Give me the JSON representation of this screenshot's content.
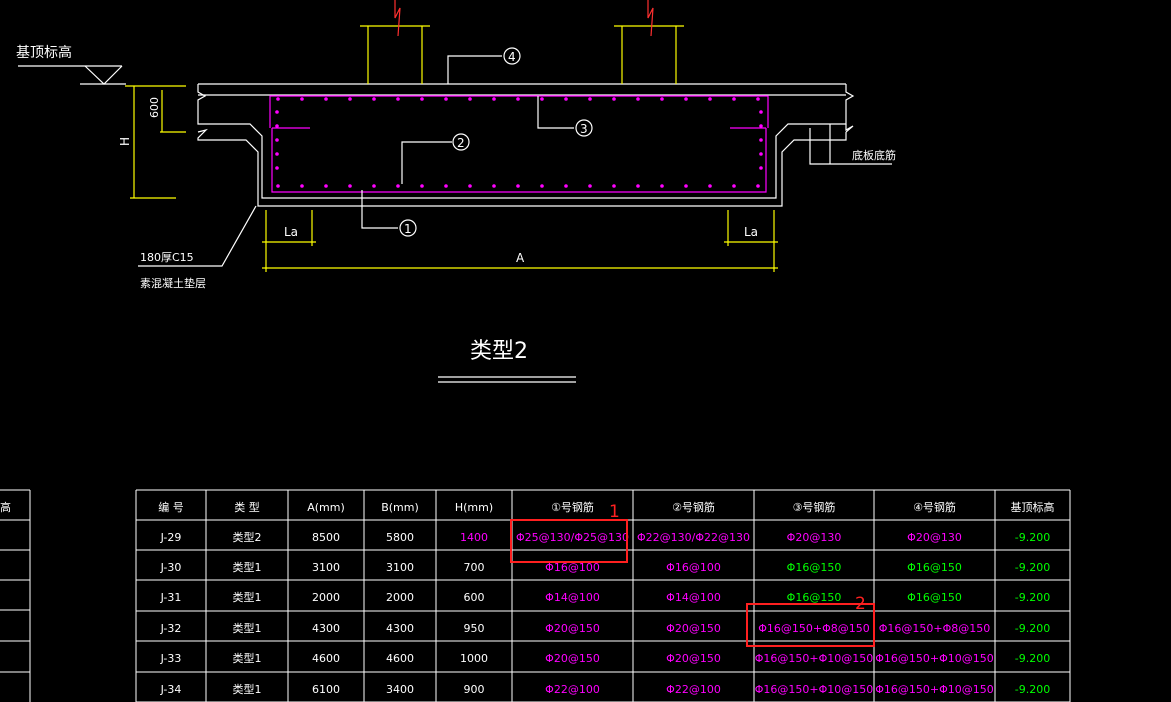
{
  "colors": {
    "background": "#000000",
    "outline": "#ffffff",
    "rebar": "#ff00ff",
    "dimension": "#ffff00",
    "table_text": "#ffffff",
    "rebar_text": "#ff00ff",
    "green_text": "#00ff00",
    "highlight": "#ff2020"
  },
  "drawing": {
    "elev_label": "基顶标高",
    "dim_600": "600",
    "dim_H": "H",
    "callout_1": "1",
    "callout_2": "2",
    "callout_3": "3",
    "callout_4": "4",
    "bottom_label": "底板底筋",
    "la_left": "La",
    "la_right": "La",
    "dim_A": "A",
    "cushion_line1": "180厚C15",
    "cushion_line2": "素混凝土垫层",
    "type_title": "类型2"
  },
  "table": {
    "headers": [
      "编 号",
      "类 型",
      "A(mm)",
      "B(mm)",
      "H(mm)",
      "①号钢筋",
      "②号钢筋",
      "③号钢筋",
      "④号钢筋",
      "基顶标高"
    ],
    "rows": [
      [
        "J-29",
        "类型2",
        "8500",
        "5800",
        "1400",
        "Φ25@130/Φ25@130",
        "Φ22@130/Φ22@130",
        "Φ20@130",
        "Φ20@130",
        "-9.200"
      ],
      [
        "J-30",
        "类型1",
        "3100",
        "3100",
        "700",
        "Φ16@100",
        "Φ16@100",
        "Φ16@150",
        "Φ16@150",
        "-9.200"
      ],
      [
        "J-31",
        "类型1",
        "2000",
        "2000",
        "600",
        "Φ14@100",
        "Φ14@100",
        "Φ16@150",
        "Φ16@150",
        "-9.200"
      ],
      [
        "J-32",
        "类型1",
        "4300",
        "4300",
        "950",
        "Φ20@150",
        "Φ20@150",
        "Φ16@150+Φ8@150",
        "Φ16@150+Φ8@150",
        "-9.200"
      ],
      [
        "J-33",
        "类型1",
        "4600",
        "4600",
        "1000",
        "Φ20@150",
        "Φ20@150",
        "Φ16@150+Φ10@150",
        "Φ16@150+Φ10@150",
        "-9.200"
      ],
      [
        "J-34",
        "类型1",
        "6100",
        "3400",
        "900",
        "Φ22@100",
        "Φ22@100",
        "Φ16@150+Φ10@150",
        "Φ16@150+Φ10@150",
        "-9.200"
      ]
    ],
    "left_fragment_header": "高"
  },
  "annotations": {
    "box1_label": "1",
    "box2_label": "2"
  }
}
